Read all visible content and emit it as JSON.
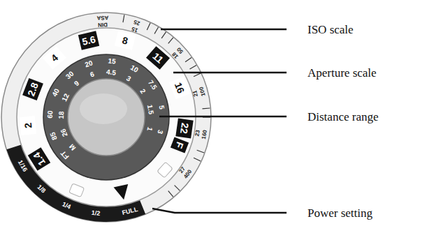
{
  "diagram": {
    "labels": [
      "ISO scale",
      "Aperture scale",
      "Distance range",
      "Power setting",
      "ASA",
      "DIN",
      "15",
      "25",
      "18",
      "50",
      "21",
      "100",
      "23",
      "160",
      "27",
      "400",
      "1.4",
      "2",
      "2.8",
      "4",
      "5.6",
      "8",
      "11",
      "16",
      "22",
      "F",
      "FT",
      "M",
      "85",
      "26",
      "60",
      "18",
      "40",
      "12",
      "30",
      "9",
      "20",
      "6",
      "15",
      "4.5",
      "10",
      "3",
      "7.5",
      "2",
      "5",
      "1.5",
      "3",
      "1",
      "1/16",
      "1/8",
      "1/4",
      "1/2",
      "FULL"
    ]
  }
}
